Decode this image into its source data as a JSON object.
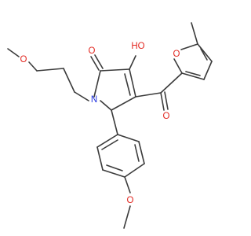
{
  "diagram": {
    "atom_labels": {
      "carbonyl_o": "O",
      "hydroxyl": "HO",
      "ring_n": "N",
      "ketone_o": "O",
      "furan_o": "O",
      "ether_o_chain": "O",
      "ether_o_aryl": "O"
    },
    "colors": {
      "bond": "#3b3b3b",
      "oxygen": "#e2261f",
      "nitrogen": "#2233e0",
      "background": "#ffffff"
    }
  }
}
